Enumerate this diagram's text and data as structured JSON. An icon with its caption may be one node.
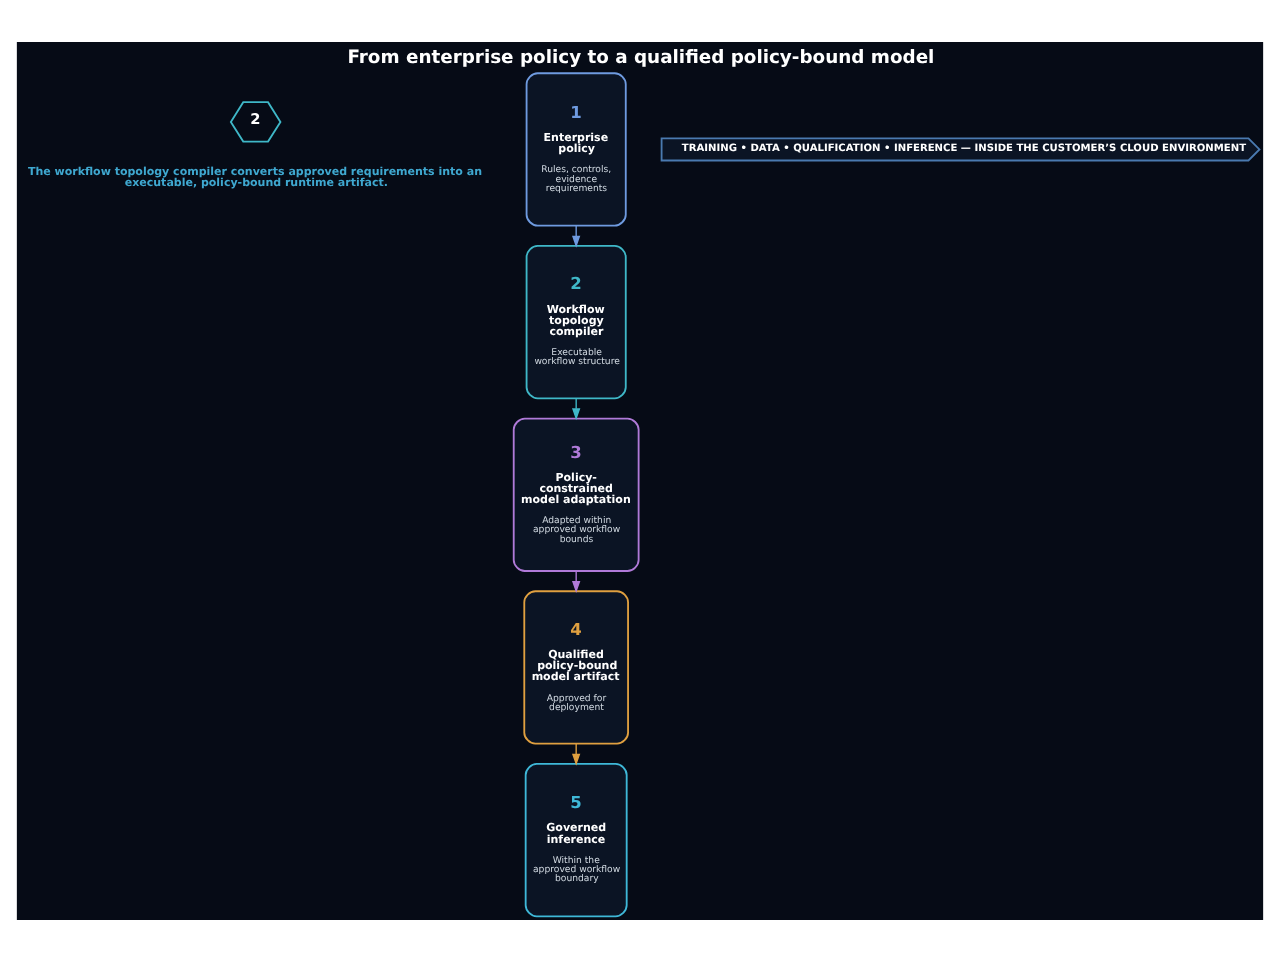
{
  "diagram": {
    "title": "From enterprise policy to a qualified policy-bound model",
    "nodes": [
      {
        "text": [
          "1",
          "Enterprise policy",
          "Rules, controls, evidence requirements"
        ]
      },
      {
        "text": [
          "2",
          "Workflow topology compiler",
          "Executable workflow structure"
        ]
      },
      {
        "text": [
          "3",
          "Policy-constrained model adaptation",
          "Adapted within approved workflow bounds"
        ]
      },
      {
        "text": [
          "4",
          "Qualified policy-bound model artifact",
          "Approved for deployment"
        ]
      },
      {
        "text": [
          "5",
          "Governed inference",
          "Within the approved workflow boundary"
        ]
      },
      {
        "text": [
          "TRAINING • DATA • QUALIFICATION • INFERENCE — INSIDE THE CUSTOMER’S CLOUD ENVIRONMENT"
        ]
      }
    ],
    "edges": [
      {
        "from": 0,
        "to": 1,
        "arrow": "to",
        "color": "#6f9be0"
      },
      {
        "from": 1,
        "to": 2,
        "arrow": "to",
        "color": "#3fb8c8"
      },
      {
        "from": 2,
        "to": 3,
        "arrow": "to",
        "color": "#b07ad8"
      },
      {
        "from": 3,
        "to": 4,
        "arrow": "to",
        "color": "#e0a040"
      }
    ],
    "labels": [
      "2",
      "The workflow topology compiler converts approved requirements into an executable, policy-bound runtime artifact."
    ]
  }
}
